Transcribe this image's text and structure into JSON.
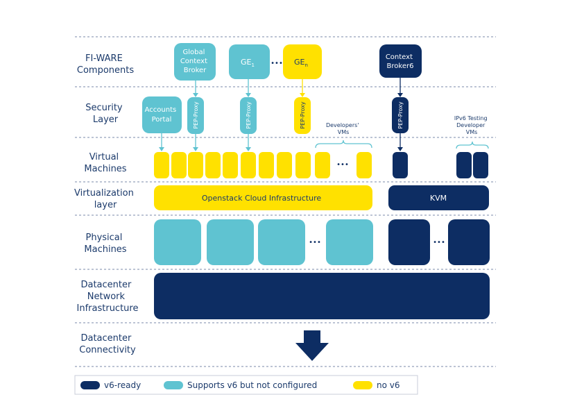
{
  "colors": {
    "v6_ready": "#0d2d63",
    "supports_v6": "#5fc3d1",
    "no_v6": "#ffe100",
    "text": "#1b3a6b",
    "separator": "#7a88a8",
    "arrow": "#5fc3d1"
  },
  "layers": [
    {
      "id": "fiware",
      "line1": "FI-WARE",
      "line2": "Components"
    },
    {
      "id": "security",
      "line1": "Security",
      "line2": "Layer"
    },
    {
      "id": "virtual",
      "line1": "Virtual",
      "line2": "Machines"
    },
    {
      "id": "virtualization",
      "line1": "Virtualization",
      "line2": "layer"
    },
    {
      "id": "physical",
      "line1": "Physical",
      "line2": "Machines"
    },
    {
      "id": "network",
      "line1": "Datacenter",
      "line2": "Network",
      "line3": "Infrastructure"
    },
    {
      "id": "connectivity",
      "line1": "Datacenter",
      "line2": "Connectivity"
    }
  ],
  "components": {
    "global_context_broker": {
      "line1": "Global",
      "line2": "Context",
      "line3": "Broker"
    },
    "ge1": {
      "text": "GE",
      "sub": "1"
    },
    "ellipsis": "•••",
    "gen": {
      "text": "GE",
      "sub": "n"
    },
    "context_broker6": {
      "line1": "Context",
      "line2": "Broker6"
    }
  },
  "security": {
    "accounts_portal": {
      "line1": "Accounts",
      "line2": "Portal"
    },
    "pep_proxy": "PEP-Proxy",
    "developers_vms": {
      "line1": "Developers'",
      "line2": "VMs"
    },
    "ipv6_testing": {
      "line1": "IPv6 Testing",
      "line2": "Developer",
      "line3": "VMs"
    }
  },
  "virtualization": {
    "openstack": "Openstack Cloud Infrastructure",
    "kvm": "KVM"
  },
  "legend": {
    "v6_ready": "v6-ready",
    "supports_v6": "Supports v6 but not configured",
    "no_v6": "no v6"
  }
}
